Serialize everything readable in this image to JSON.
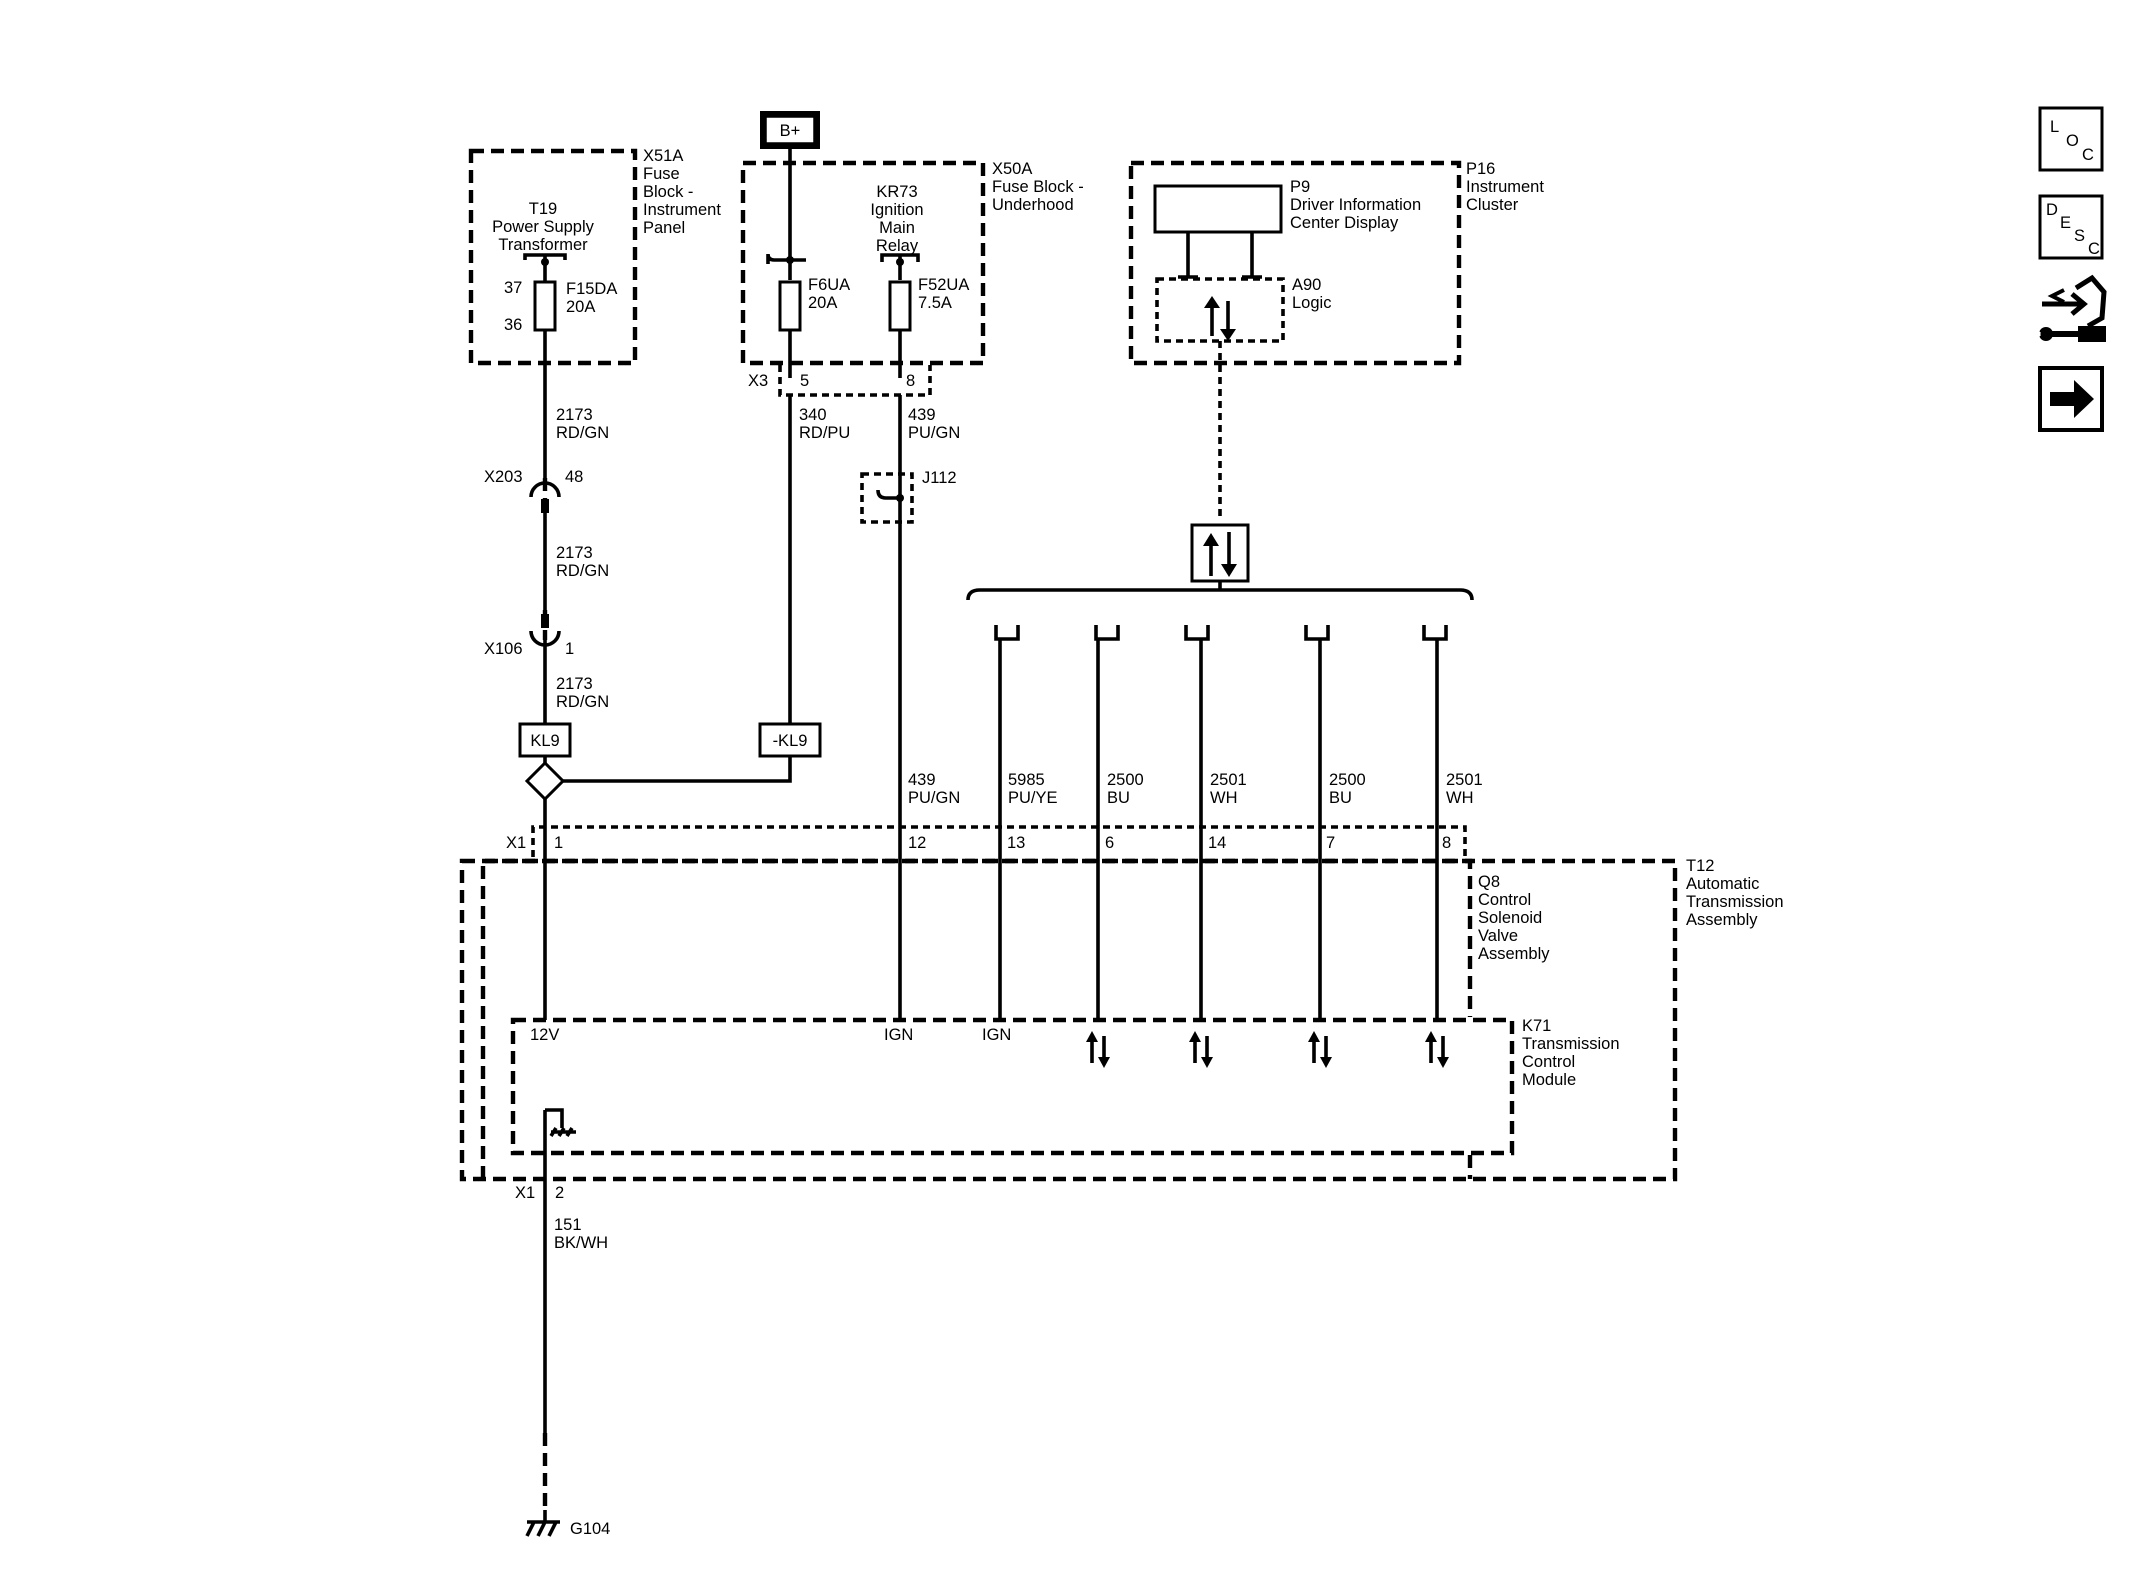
{
  "components": {
    "x51a": {
      "lines": [
        "X51A",
        "Fuse",
        "Block -",
        "Instrument",
        "Panel"
      ]
    },
    "t19": {
      "lines": [
        "T19",
        "Power Supply",
        "Transformer"
      ]
    },
    "f15da": {
      "lines": [
        "F15DA",
        "20A"
      ],
      "pin_top": "37",
      "pin_bottom": "36"
    },
    "b_plus": {
      "label": "B+"
    },
    "x50a": {
      "lines": [
        "X50A",
        "Fuse Block -",
        "Underhood"
      ]
    },
    "kr73": {
      "lines": [
        "KR73",
        "Ignition",
        "Main",
        "Relay"
      ]
    },
    "f6ua": {
      "lines": [
        "F6UA",
        "20A"
      ]
    },
    "f52ua": {
      "lines": [
        "F52UA",
        "7.5A"
      ]
    },
    "x3": {
      "label": "X3",
      "pin_a": "5",
      "pin_b": "8"
    },
    "p16": {
      "lines": [
        "P16",
        "Instrument",
        "Cluster"
      ]
    },
    "p9": {
      "lines": [
        "P9",
        "Driver Information",
        "Center Display"
      ]
    },
    "a90": {
      "lines": [
        "A90",
        "Logic"
      ]
    },
    "x203": {
      "label": "X203",
      "pin": "48"
    },
    "x106": {
      "label": "X106",
      "pin": "1"
    },
    "j112": {
      "label": "J112"
    },
    "kl9_a": {
      "label": "KL9"
    },
    "kl9_b": {
      "label": "-KL9"
    },
    "x1_top": {
      "label": "X1",
      "pins": [
        "1",
        "12",
        "13",
        "6",
        "14",
        "7",
        "8"
      ]
    },
    "t12": {
      "lines": [
        "T12",
        "Automatic",
        "Transmission",
        "Assembly"
      ]
    },
    "q8": {
      "lines": [
        "Q8",
        "Control",
        "Solenoid",
        "Valve",
        "Assembly"
      ]
    },
    "k71": {
      "lines": [
        "K71",
        "Transmission",
        "Control",
        "Module"
      ],
      "pins": [
        "12V",
        "IGN",
        "IGN"
      ]
    },
    "x1_bottom": {
      "label": "X1",
      "pin": "2"
    },
    "g104": {
      "label": "G104"
    }
  },
  "wires": {
    "w2173_a": [
      "2173",
      "RD/GN"
    ],
    "w2173_b": [
      "2173",
      "RD/GN"
    ],
    "w2173_c": [
      "2173",
      "RD/GN"
    ],
    "w340": [
      "340",
      "RD/PU"
    ],
    "w439_a": [
      "439",
      "PU/GN"
    ],
    "w439_b": [
      "439",
      "PU/GN"
    ],
    "w5985": [
      "5985",
      "PU/YE"
    ],
    "w2500_a": [
      "2500",
      "BU"
    ],
    "w2501_a": [
      "2501",
      "WH"
    ],
    "w2500_b": [
      "2500",
      "BU"
    ],
    "w2501_b": [
      "2501",
      "WH"
    ],
    "w151": [
      "151",
      "BK/WH"
    ]
  },
  "nav": {
    "loc": {
      "letters": [
        "L",
        "O",
        "C"
      ]
    },
    "desc": {
      "letters": [
        "D",
        "E",
        "S",
        "C"
      ]
    },
    "connector_icon": "connector-end-view-icon",
    "next_icon": "arrow-right-icon"
  }
}
